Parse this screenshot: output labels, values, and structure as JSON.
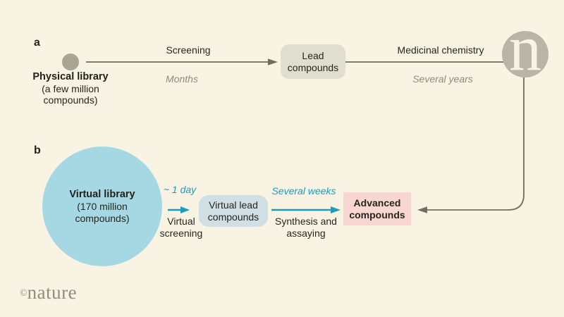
{
  "palette": {
    "background": "#f8f3e2",
    "text_dark": "#26261e",
    "text_muted": "#8e8b7a",
    "line_olive": "#6e6e5c",
    "accent_teal": "#1b9cba",
    "physical_dot": "#a9a595",
    "virtual_circle_fill": "#a6d8e4",
    "lead_box_fill": "#e0decf",
    "virtual_lead_box_fill": "#cfdfe4",
    "advanced_box_fill": "#f8d7d2",
    "logo_circle_fill": "#b8b5a6"
  },
  "panel_a": {
    "label": "a",
    "source": {
      "title": "Physical library",
      "sub_line1": "(a few million",
      "sub_line2": "compounds)"
    },
    "step1": {
      "label": "Screening",
      "duration": "Months"
    },
    "node": {
      "line1": "Lead",
      "line2": "compounds"
    },
    "step2": {
      "label": "Medicinal chemistry",
      "duration": "Several years"
    }
  },
  "panel_b": {
    "label": "b",
    "source": {
      "title": "Virtual library",
      "sub_line1": "(170 million",
      "sub_line2": "compounds)"
    },
    "step1": {
      "duration": "~ 1 day",
      "label_line1": "Virtual",
      "label_line2": "screening"
    },
    "node": {
      "line1": "Virtual lead",
      "line2": "compounds"
    },
    "step2": {
      "duration": "Several weeks",
      "label_line1": "Synthesis and",
      "label_line2": "assaying"
    },
    "result": {
      "line1": "Advanced",
      "line2": "compounds"
    }
  },
  "branding": {
    "logo_letter": "n",
    "copyright_symbol": "©",
    "wordmark": "nature"
  }
}
